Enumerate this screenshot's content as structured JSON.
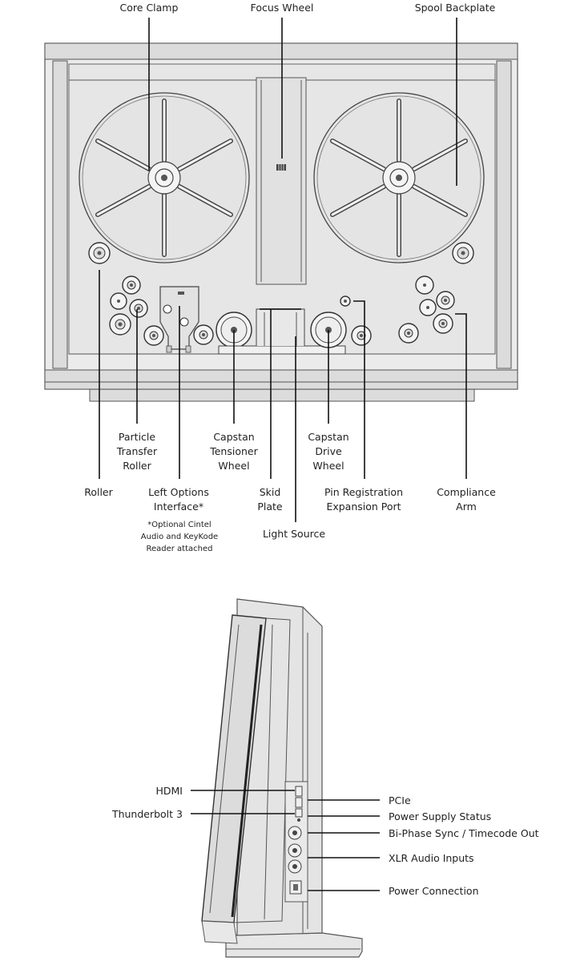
{
  "front_view": {
    "labels": {
      "core_clamp": "Core Clamp",
      "focus_wheel": "Focus Wheel",
      "spool_backplate": "Spool Backplate",
      "particle_transfer_roller": [
        "Particle",
        "Transfer",
        "Roller"
      ],
      "capstan_tensioner_wheel": [
        "Capstan",
        "Tensioner",
        "Wheel"
      ],
      "capstan_drive_wheel": [
        "Capstan",
        "Drive",
        "Wheel"
      ],
      "roller": "Roller",
      "left_options_interface": [
        "Left Options",
        "Interface*"
      ],
      "optional_note": [
        "*Optional Cintel",
        "Audio and KeyKode",
        "Reader attached"
      ],
      "skid_plate": [
        "Skid",
        "Plate"
      ],
      "pin_registration_expansion_port": [
        "Pin Registration",
        "Expansion Port"
      ],
      "compliance_arm": [
        "Compliance",
        "Arm"
      ],
      "light_source": "Light Source"
    }
  },
  "side_view": {
    "labels": {
      "hdmi": "HDMI",
      "thunderbolt_3": "Thunderbolt 3",
      "pcie": "PCIe",
      "power_supply_status": "Power Supply Status",
      "bi_phase_sync": "Bi-Phase Sync / Timecode Out",
      "xlr_audio_inputs": "XLR Audio Inputs",
      "power_connection": "Power Connection"
    }
  }
}
